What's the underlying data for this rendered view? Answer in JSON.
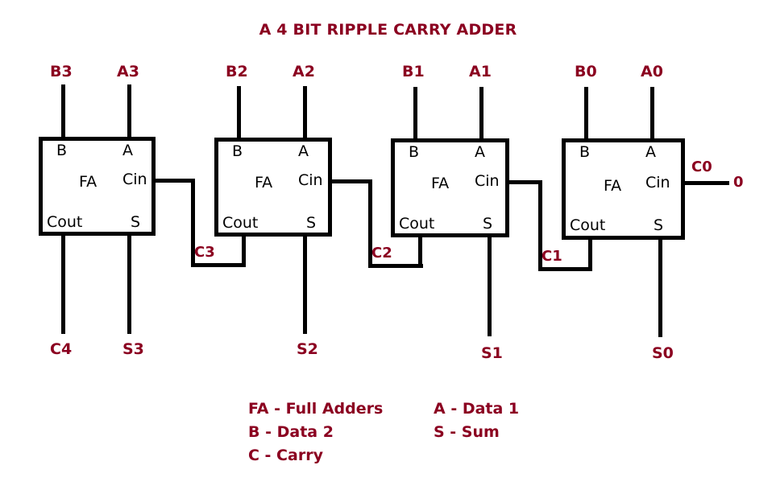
{
  "title": "A 4 BIT RIPPLE CARRY ADDER",
  "colors": {
    "label": "#8B0020",
    "wire": "#000000",
    "background": "#ffffff",
    "pin_text": "#000000"
  },
  "diagram": {
    "type": "logic-circuit",
    "description": "Four cascaded full adders forming a 4 bit ripple carry adder",
    "adders": [
      {
        "id": "fa3",
        "block_label": "FA",
        "pins": {
          "b": "B",
          "a": "A",
          "cin": "Cin",
          "cout": "Cout",
          "s": "S"
        },
        "inputs": {
          "b": "B3",
          "a": "A3"
        },
        "outputs": {
          "cout": "C4",
          "sum": "S3"
        },
        "carry_in_label": "C3"
      },
      {
        "id": "fa2",
        "block_label": "FA",
        "pins": {
          "b": "B",
          "a": "A",
          "cin": "Cin",
          "cout": "Cout",
          "s": "S"
        },
        "inputs": {
          "b": "B2",
          "a": "A2"
        },
        "outputs": {
          "cout": "C3",
          "sum": "S2"
        },
        "carry_in_label": "C2"
      },
      {
        "id": "fa1",
        "block_label": "FA",
        "pins": {
          "b": "B",
          "a": "A",
          "cin": "Cin",
          "cout": "Cout",
          "s": "S"
        },
        "inputs": {
          "b": "B1",
          "a": "A1"
        },
        "outputs": {
          "cout": "C2",
          "sum": "S1"
        },
        "carry_in_label": "C1"
      },
      {
        "id": "fa0",
        "block_label": "FA",
        "pins": {
          "b": "B",
          "a": "A",
          "cin": "Cin",
          "cout": "Cout",
          "s": "S"
        },
        "inputs": {
          "b": "B0",
          "a": "A0"
        },
        "outputs": {
          "cout": "C1",
          "sum": "S0"
        },
        "carry_in_label": "C0",
        "carry_in_value": "0"
      }
    ]
  },
  "legend": {
    "column_left": [
      "FA - Full Adders",
      "B - Data 2",
      "C - Carry"
    ],
    "column_right": [
      "A - Data 1",
      "S - Sum"
    ]
  }
}
